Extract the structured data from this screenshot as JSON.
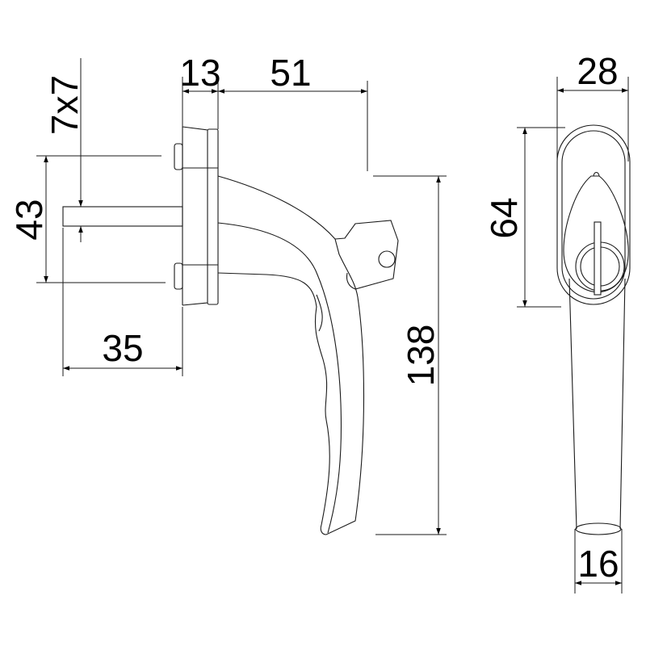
{
  "drawing": {
    "dimensions": {
      "plate_thickness": "13",
      "handle_reach": "51",
      "rose_width": "28",
      "spindle": "7x7",
      "screw_spacing": "43",
      "spindle_length": "35",
      "handle_length": "138",
      "rose_height": "64",
      "lever_tip_width": "16"
    },
    "line_color": "#1a1a1a"
  }
}
